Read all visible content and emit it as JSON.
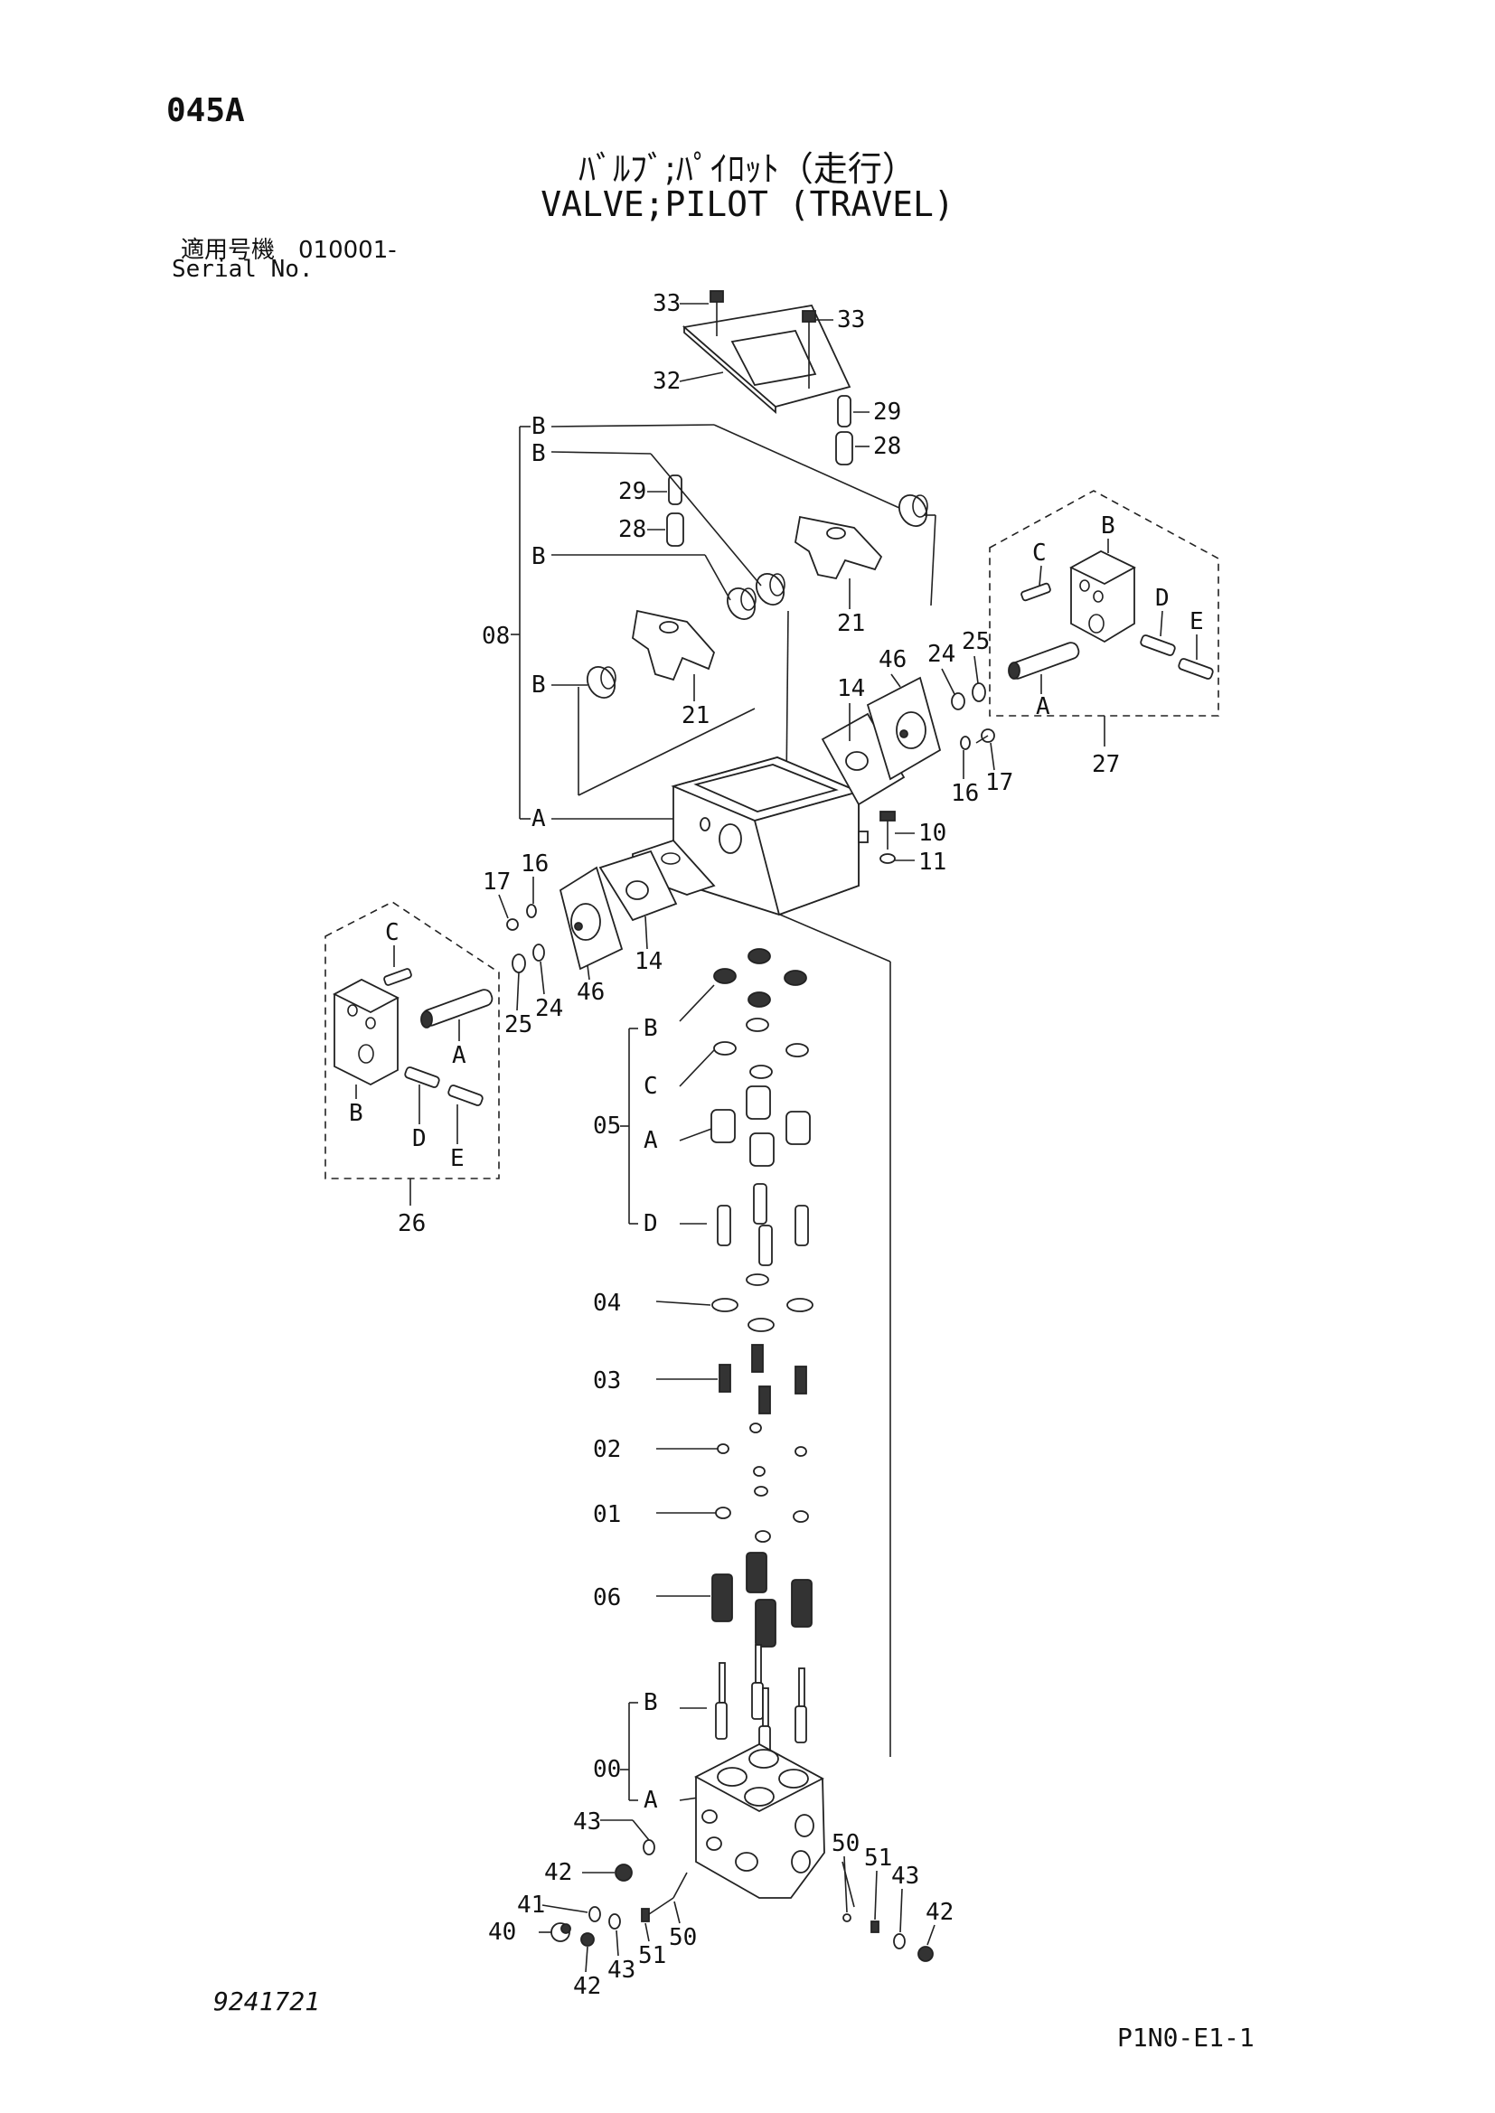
{
  "header": {
    "code": "045A",
    "title_jp": "ﾊﾞﾙﾌﾞ;ﾊﾟｲﾛｯﾄ（走行）",
    "title_en": "VALVE;PILOT (TRAVEL)",
    "serial_label_jp": "適用号機　010001-",
    "serial_label_en": "Serial No."
  },
  "footer": {
    "drawing_number": "9241721",
    "page_ref": "P1N0-E1-1"
  },
  "callouts": {
    "c33a": "33",
    "c33b": "33",
    "c32": "32",
    "c29a": "29",
    "c28a": "28",
    "c29b": "29",
    "c28b": "28",
    "c21a": "21",
    "c21b": "21",
    "c08": "08",
    "c08_B1": "B",
    "c08_B2": "B",
    "c08_B3": "B",
    "c08_B4": "B",
    "c08_A": "A",
    "c46a": "46",
    "c24a": "24",
    "c25a": "25",
    "c14a": "14",
    "c16a": "16",
    "c17a": "17",
    "c27_C": "C",
    "c27_B": "B",
    "c27_D": "D",
    "c27_E": "E",
    "c27_A": "A",
    "c27": "27",
    "c10": "10",
    "c11": "11",
    "c17b": "17",
    "c16b": "16",
    "c14b": "14",
    "c46b": "46",
    "c25b": "25",
    "c24b": "24",
    "c26_C": "C",
    "c26_A": "A",
    "c26_B": "B",
    "c26_D": "D",
    "c26_E": "E",
    "c26": "26",
    "c05": "05",
    "c05_B": "B",
    "c05_C": "C",
    "c05_A": "A",
    "c05_D": "D",
    "c04": "04",
    "c03": "03",
    "c02": "02",
    "c01": "01",
    "c06": "06",
    "c00": "00",
    "c00_B": "B",
    "c00_A": "A",
    "c43a": "43",
    "c42a": "42",
    "c41": "41",
    "c40": "40",
    "c42b": "42",
    "c43b": "43",
    "c51a": "51",
    "c50a": "50",
    "c50b": "50",
    "c51b": "51",
    "c43c": "43",
    "c42c": "42"
  }
}
